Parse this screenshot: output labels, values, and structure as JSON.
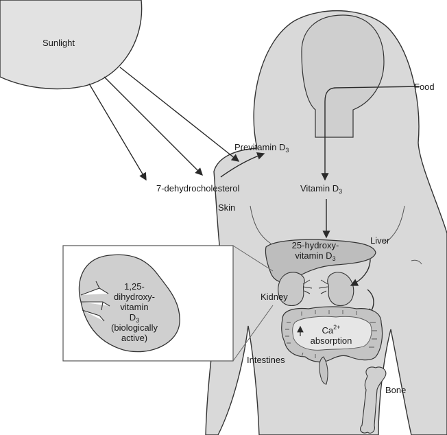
{
  "labels": {
    "sunlight": "Sunlight",
    "food": "Food",
    "previtamin": "Previtamin D",
    "previtamin_sub": "3",
    "dehydro": "7-dehydrocholesterol",
    "vitamin_d3": "Vitamin D",
    "vitamin_d3_sub": "3",
    "skin": "Skin",
    "liver": "Liver",
    "hydroxy_line1": "25-hydroxy-",
    "hydroxy_line2": "vitamin D",
    "hydroxy_sub": "3",
    "kidney": "Kidney",
    "ca_prefix": "Ca",
    "ca_sup": "2+",
    "absorption": "absorption",
    "intestines": "Intestines",
    "bone": "Bone",
    "dihydroxy_l1": "1,25-",
    "dihydroxy_l2": "dihydroxy-",
    "dihydroxy_l3": "vitamin",
    "dihydroxy_l4": "D",
    "dihydroxy_sub": "3",
    "dihydroxy_l5": "(biologically",
    "dihydroxy_l6": "active)"
  },
  "colors": {
    "body_fill": "#d9d9d9",
    "organ_fill": "#c8c8c8",
    "line": "#3a3a3a",
    "background": "#ffffff"
  }
}
